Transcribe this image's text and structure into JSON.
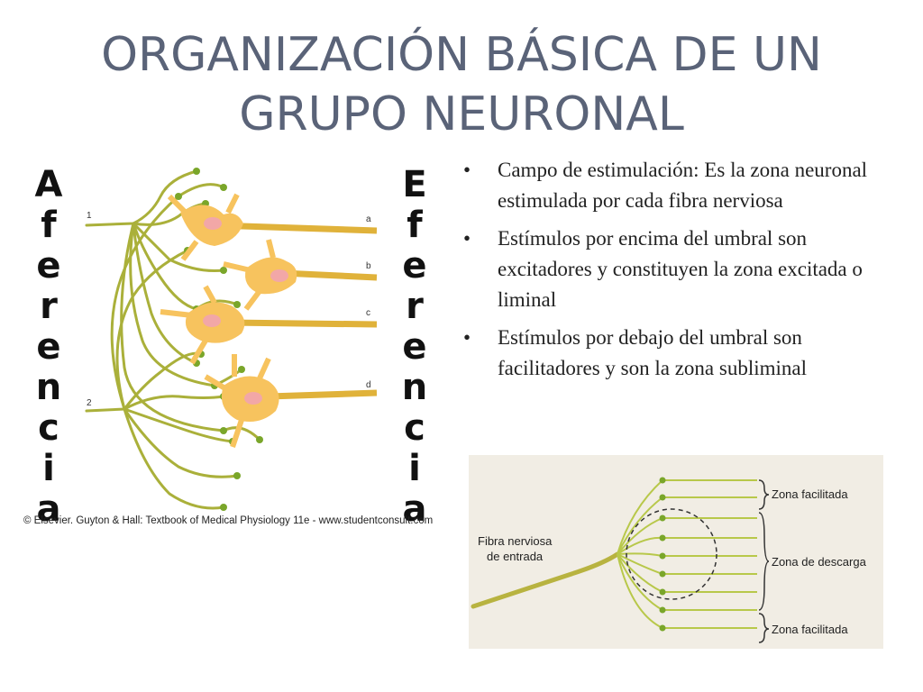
{
  "title_line1": "ORGANIZACIÓN BÁSICA DE UN",
  "title_line2": "GRUPO NEURONAL",
  "bullets": [
    {
      "marker": "•",
      "text": "Campo de estimulación: Es la zona neuronal estimulada por cada fibra nerviosa"
    },
    {
      "marker": "•",
      "text": "Estímulos por encima del umbral son excitadores y constituyen la zona excitada o liminal"
    },
    {
      "marker": "•",
      "text": "Estímulos por debajo del umbral son facilitadores y son la zona subliminal"
    }
  ],
  "left_word": [
    "A",
    "f",
    "e",
    "r",
    "e",
    "n",
    "c",
    "i",
    "a"
  ],
  "right_word": [
    "E",
    "f",
    "e",
    "r",
    "e",
    "n",
    "c",
    "i",
    "a"
  ],
  "figure1": {
    "input_labels": [
      "1",
      "2"
    ],
    "output_labels": [
      "a",
      "b",
      "c",
      "d"
    ],
    "credit": "© Elsevier. Guyton & Hall: Textbook of Medical Physiology 11e - www.studentconsult.com"
  },
  "figure2": {
    "input_label_line1": "Fibra nerviosa",
    "input_label_line2": "de entrada",
    "zone_top": "Zona facilitada",
    "zone_middle": "Zona de descarga",
    "zone_bottom": "Zona facilitada"
  },
  "colors": {
    "title": "#5a6378",
    "axon": "#e0b23a",
    "soma": "#f7c35e",
    "nucleus": "#f2a7a7",
    "fiber": "#9aa633",
    "fiber2": "#b8c84a",
    "terminal": "#7aa62a"
  }
}
